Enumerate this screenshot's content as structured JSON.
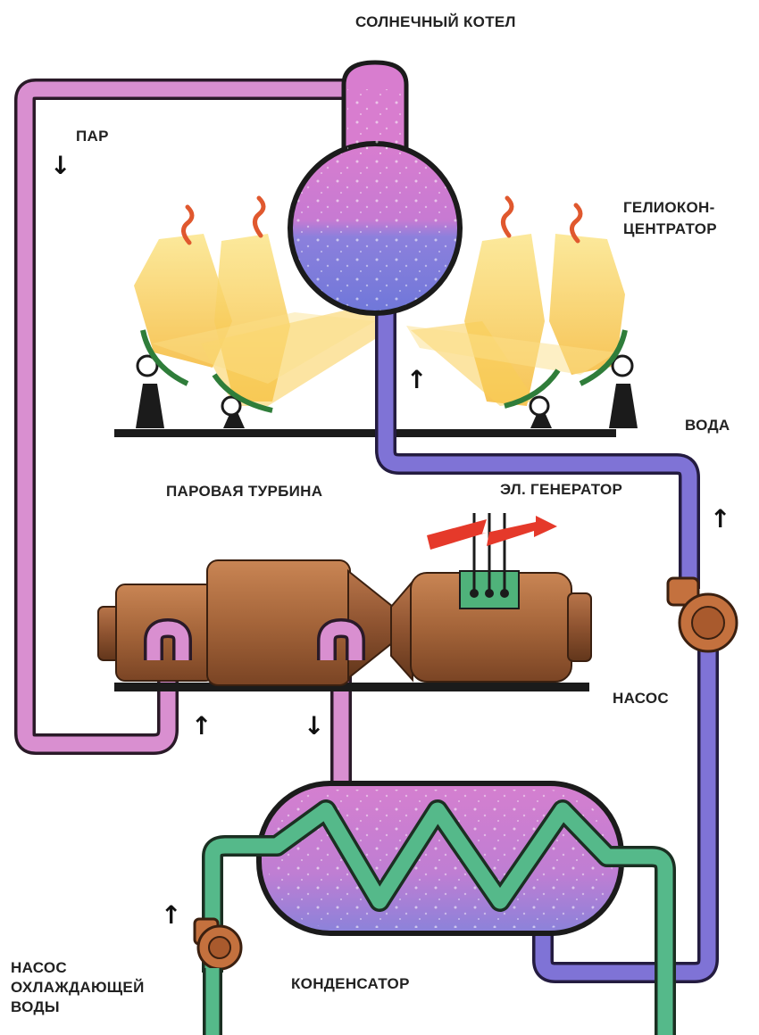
{
  "labels": {
    "boiler": "СОЛНЕЧНЫЙ КОТЕЛ",
    "steam": "ПАР",
    "concentrator_line1": "ГЕЛИОКОН-",
    "concentrator_line2": "ЦЕНТРАТОР",
    "water": "ВОДА",
    "turbine": "ПАРОВАЯ ТУРБИНА",
    "generator": "ЭЛ. ГЕНЕРАТОР",
    "pump": "НАСОС",
    "cooling_pump_line1": "НАСОС",
    "cooling_pump_line2": "ОХЛАЖДАЮЩЕЙ",
    "cooling_pump_line3": "ВОДЫ",
    "condenser": "КОНДЕНСАТОР"
  },
  "icons": {
    "flow_down": "↓",
    "flow_up": "↑"
  },
  "colors": {
    "steam_pipe": "#d98fd0",
    "water_pipe": "#7f73d6",
    "cooling_pipe": "#55b98a",
    "machine": "#a5653a",
    "light": "#f7c341"
  }
}
